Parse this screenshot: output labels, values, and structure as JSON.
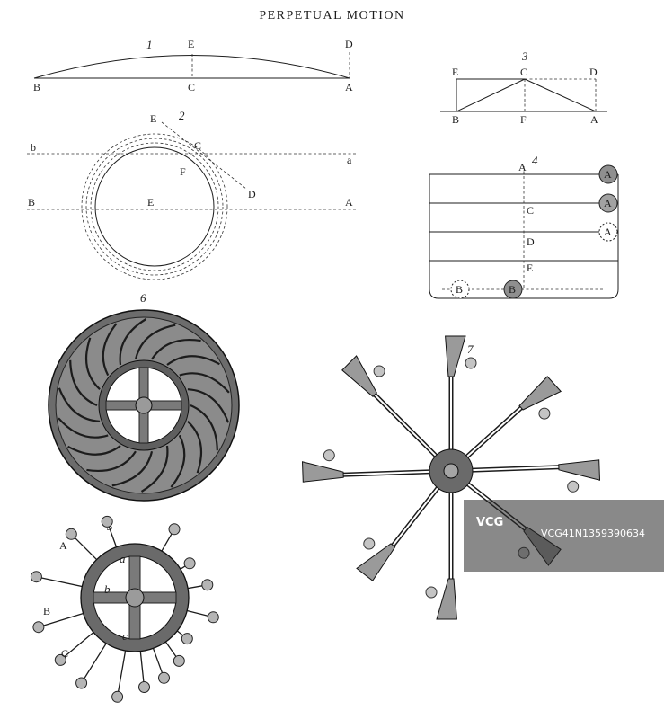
{
  "title": "PERPETUAL MOTION",
  "figures": [
    {
      "id": "fig1",
      "number": "1",
      "labels": [
        "E",
        "D",
        "B",
        "C",
        "A"
      ]
    },
    {
      "id": "fig2",
      "number": "2",
      "labels": [
        "E",
        "C",
        "b",
        "a",
        "F",
        "D",
        "B",
        "E",
        "A"
      ]
    },
    {
      "id": "fig3",
      "number": "3",
      "labels": [
        "C",
        "E",
        "D",
        "B",
        "F",
        "A"
      ]
    },
    {
      "id": "fig4",
      "number": "4",
      "labels": [
        "A",
        "A",
        "A",
        "A",
        "C",
        "D",
        "E",
        "B",
        "B"
      ]
    },
    {
      "id": "fig5",
      "number": "5",
      "labels": [
        "A",
        "B",
        "C",
        "a",
        "b",
        "c"
      ]
    },
    {
      "id": "fig6",
      "number": "6",
      "labels": []
    },
    {
      "id": "fig7",
      "number": "7",
      "labels": []
    }
  ],
  "watermark": {
    "logo": "VCG",
    "text": "VCG41N1359390634"
  }
}
